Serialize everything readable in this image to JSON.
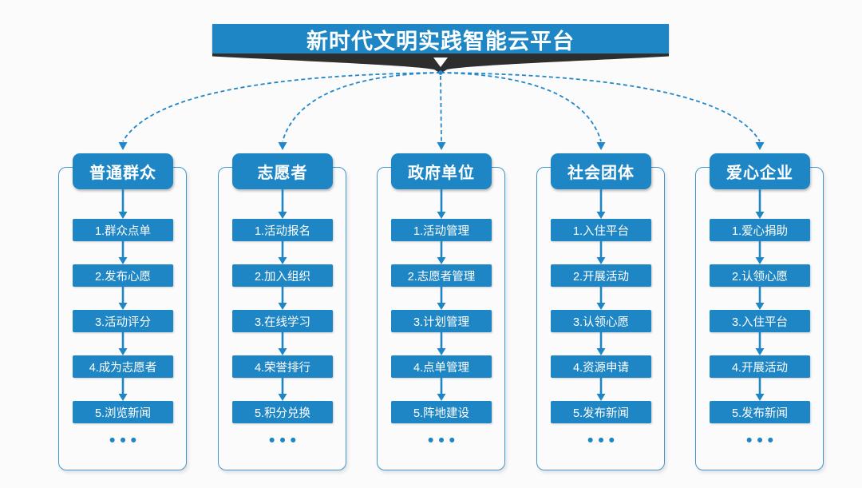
{
  "banner": {
    "title": "新时代文明实践智能云平台"
  },
  "columns": [
    {
      "header": "普通群众",
      "items": [
        "1.群众点单",
        "2.发布心愿",
        "3.活动评分",
        "4.成为志愿者",
        "5.浏览新闻"
      ]
    },
    {
      "header": "志愿者",
      "items": [
        "1.活动报名",
        "2.加入组织",
        "3.在线学习",
        "4.荣誉排行",
        "5.积分兑换"
      ]
    },
    {
      "header": "政府单位",
      "items": [
        "1.活动管理",
        "2.志愿者管理",
        "3.计划管理",
        "4.点单管理",
        "5.阵地建设"
      ]
    },
    {
      "header": "社会团体",
      "items": [
        "1.入住平台",
        "2.开展活动",
        "3.认领心愿",
        "4.资源申请",
        "5.发布新闻"
      ]
    },
    {
      "header": "爱心企业",
      "items": [
        "1.爱心捐助",
        "2.认领心愿",
        "3.入住平台",
        "4.开展活动",
        "5.发布新闻"
      ]
    }
  ],
  "more_indicator": "•••",
  "icons": {
    "banner_pointer": "down-triangle-icon",
    "step_connector": "down-arrow-icon"
  },
  "colors": {
    "primary": "#1E86C5",
    "connector": "#2287C9",
    "banner_shadow": "#2E2E2E",
    "background": "#FBFBFB",
    "frame_border": "#4496CB"
  }
}
